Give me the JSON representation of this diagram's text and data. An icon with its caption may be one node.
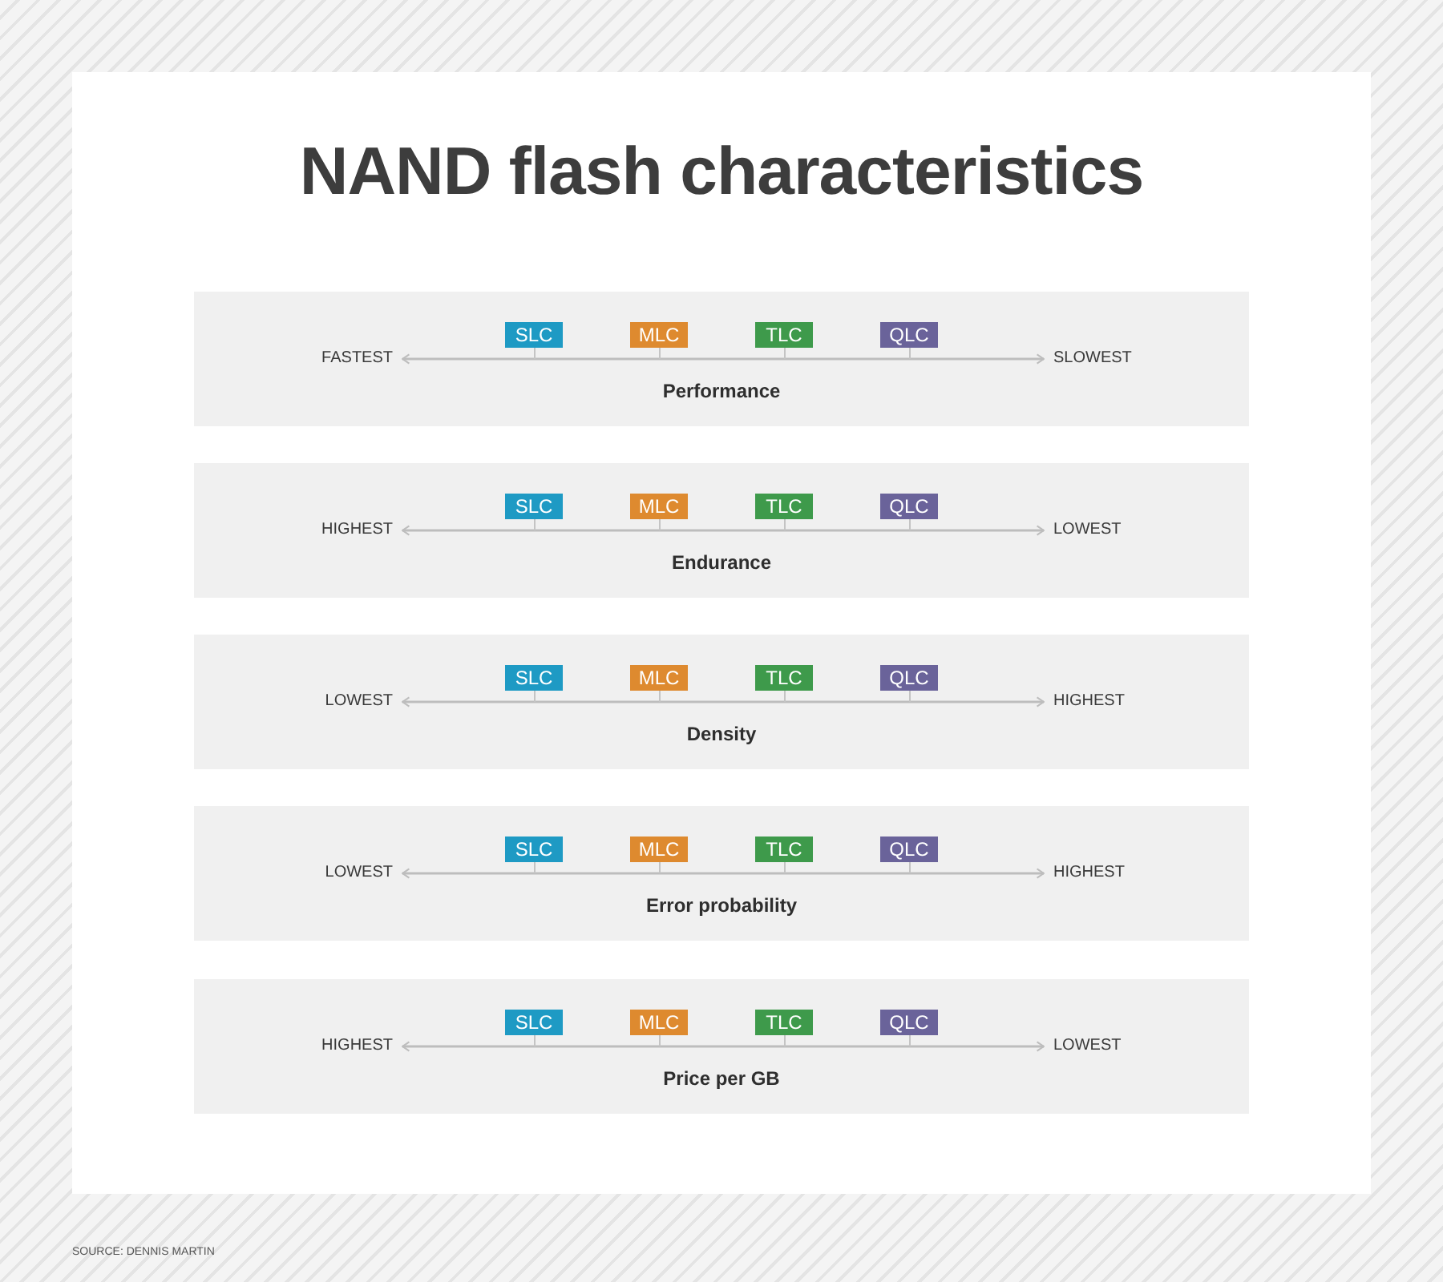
{
  "diagram": {
    "title": "NAND flash characteristics",
    "caption": "SOURCE: DENNIS MARTIN",
    "nodes": [
      {
        "text": [
          "Performance"
        ]
      },
      {
        "text": [
          "SLC"
        ],
        "in": 0
      },
      {
        "text": [
          "MLC"
        ],
        "in": 0
      },
      {
        "text": [
          "TLC"
        ],
        "in": 0
      },
      {
        "text": [
          "QLC"
        ],
        "in": 0
      },
      {
        "text": [
          "FASTEST"
        ],
        "in": 0
      },
      {
        "text": [
          "SLOWEST"
        ],
        "in": 0
      },
      {
        "text": [
          "Endurance"
        ]
      },
      {
        "text": [
          "SLC"
        ],
        "in": 7
      },
      {
        "text": [
          "MLC"
        ],
        "in": 7
      },
      {
        "text": [
          "TLC"
        ],
        "in": 7
      },
      {
        "text": [
          "QLC"
        ],
        "in": 7
      },
      {
        "text": [
          "HIGHEST"
        ],
        "in": 7
      },
      {
        "text": [
          "LOWEST"
        ],
        "in": 7
      },
      {
        "text": [
          "Density"
        ]
      },
      {
        "text": [
          "SLC"
        ],
        "in": 14
      },
      {
        "text": [
          "MLC"
        ],
        "in": 14
      },
      {
        "text": [
          "TLC"
        ],
        "in": 14
      },
      {
        "text": [
          "QLC"
        ],
        "in": 14
      },
      {
        "text": [
          "LOWEST"
        ],
        "in": 14
      },
      {
        "text": [
          "HIGHEST"
        ],
        "in": 14
      },
      {
        "text": [
          "Error probability"
        ]
      },
      {
        "text": [
          "SLC"
        ],
        "in": 21
      },
      {
        "text": [
          "MLC"
        ],
        "in": 21
      },
      {
        "text": [
          "TLC"
        ],
        "in": 21
      },
      {
        "text": [
          "QLC"
        ],
        "in": 21
      },
      {
        "text": [
          "LOWEST"
        ],
        "in": 21
      },
      {
        "text": [
          "HIGHEST"
        ],
        "in": 21
      },
      {
        "text": [
          "Price per GB"
        ]
      },
      {
        "text": [
          "SLC"
        ],
        "in": 28
      },
      {
        "text": [
          "MLC"
        ],
        "in": 28
      },
      {
        "text": [
          "TLC"
        ],
        "in": 28
      },
      {
        "text": [
          "QLC"
        ],
        "in": 28
      },
      {
        "text": [
          "HIGHEST"
        ],
        "in": 28
      },
      {
        "text": [
          "LOWEST"
        ],
        "in": 28
      }
    ],
    "edges": [
      {
        "from": 5,
        "to": 6,
        "arrow": "both"
      },
      {
        "from": 12,
        "to": 13,
        "arrow": "both"
      },
      {
        "from": 19,
        "to": 20,
        "arrow": "both"
      },
      {
        "from": 26,
        "to": 27,
        "arrow": "both"
      },
      {
        "from": 33,
        "to": 34,
        "arrow": "both"
      }
    ]
  }
}
